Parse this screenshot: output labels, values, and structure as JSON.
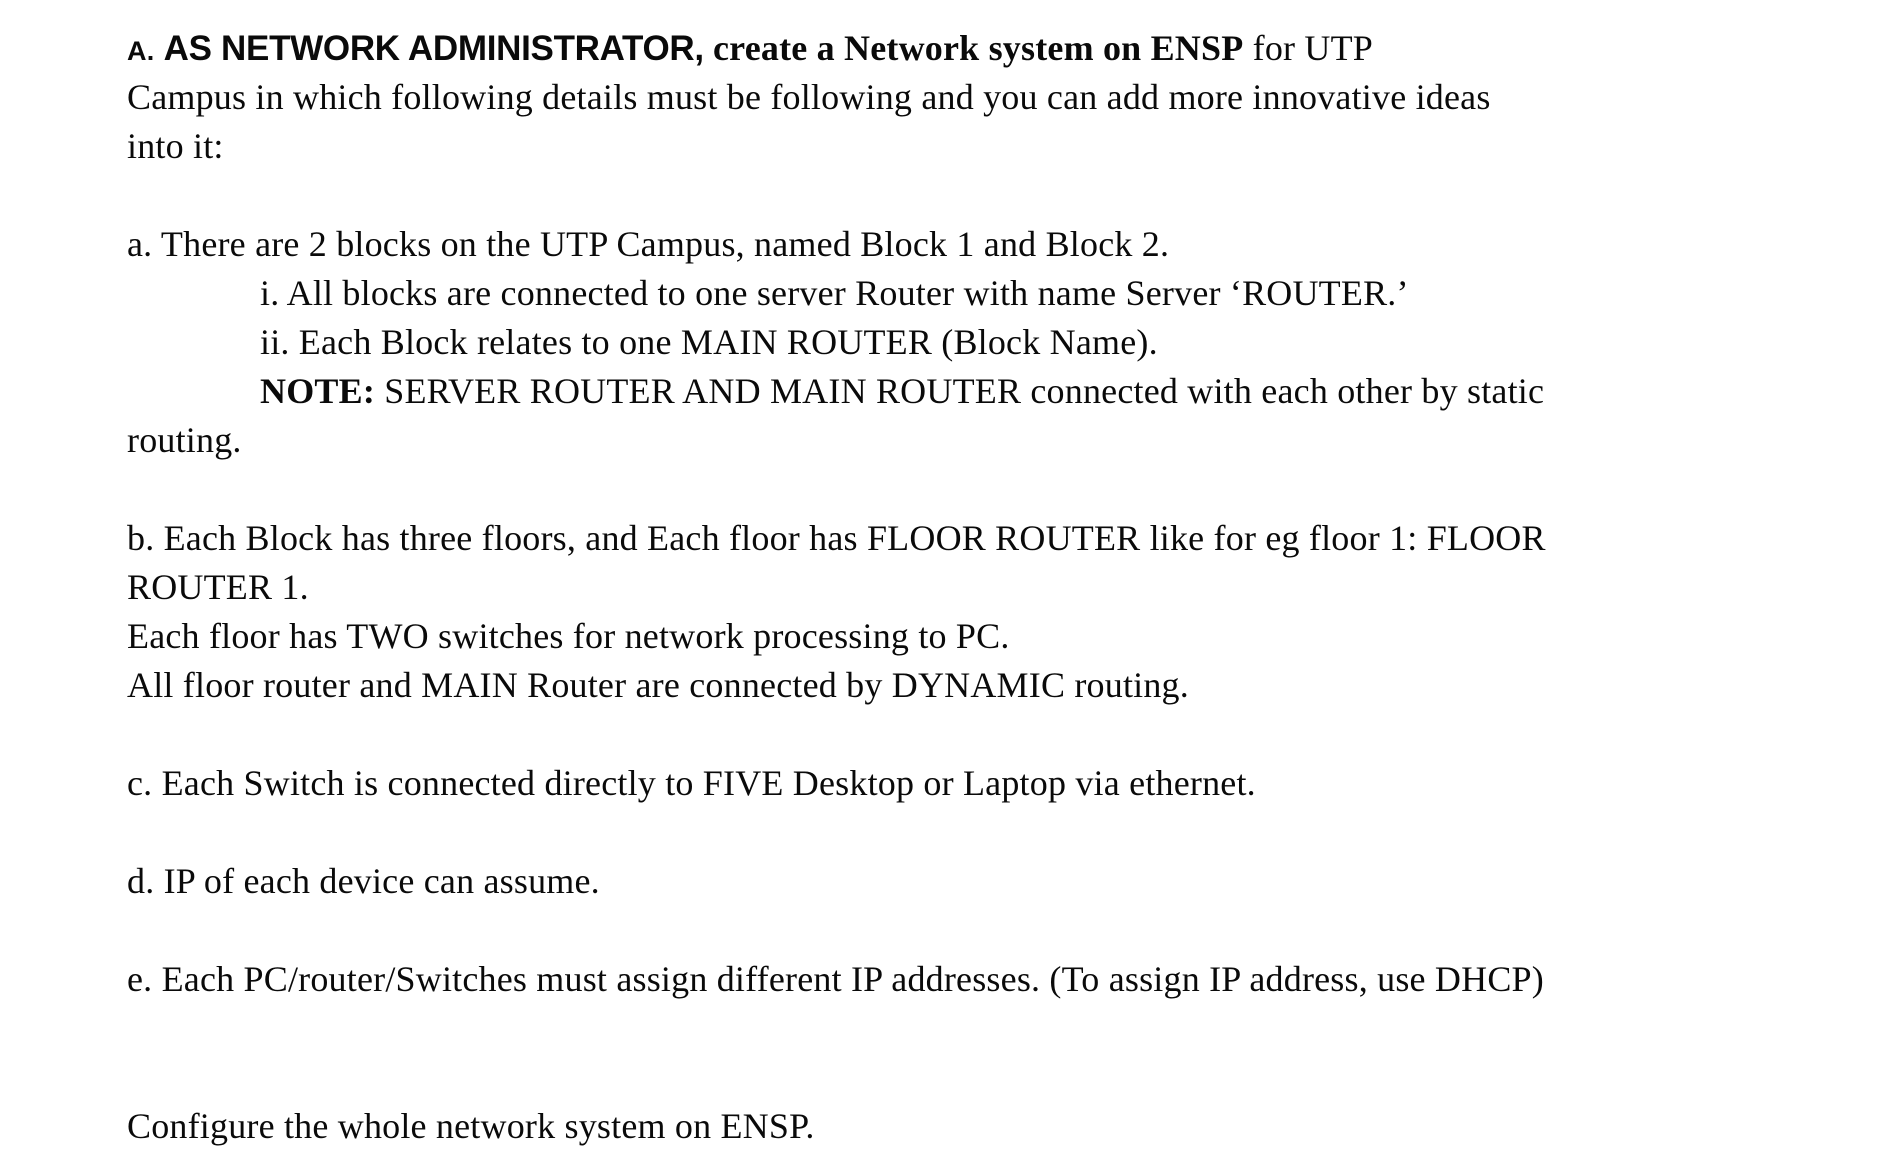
{
  "doc": {
    "heading": {
      "label": "A.",
      "bold_sans": "AS NETWORK ADMINISTRATOR,",
      "bold_serif": "create a Network system on ENSP",
      "tail": "for UTP"
    },
    "intro": {
      "line2": "Campus in which following details must be following and you can add more innovative ideas",
      "line3": "into it:"
    },
    "item_a": {
      "line1": "a. There are 2 blocks on the UTP Campus, named Block 1 and Block 2.",
      "sub_i": "i. All blocks are connected to one server Router with name Server ‘ROUTER.’",
      "sub_ii": "ii. Each Block relates to one MAIN ROUTER (Block Name).",
      "note_label": "NOTE:",
      "note_text": "SERVER ROUTER AND MAIN ROUTER connected with each other by static",
      "note_cont": "routing."
    },
    "item_b": {
      "line1": "b. Each Block has three floors, and Each floor has FLOOR ROUTER like for eg floor 1: FLOOR",
      "line2": "ROUTER 1.",
      "line3": "Each floor has TWO switches for network processing to PC.",
      "line4": "All floor router and MAIN Router are connected by DYNAMIC routing."
    },
    "item_c": "c. Each Switch is connected directly to FIVE Desktop or Laptop via ethernet.",
    "item_d": "d. IP of each device can assume.",
    "item_e": "e. Each PC/router/Switches must assign different IP addresses. (To assign IP address, use DHCP)",
    "footer": "Configure the whole network system on ENSP."
  }
}
